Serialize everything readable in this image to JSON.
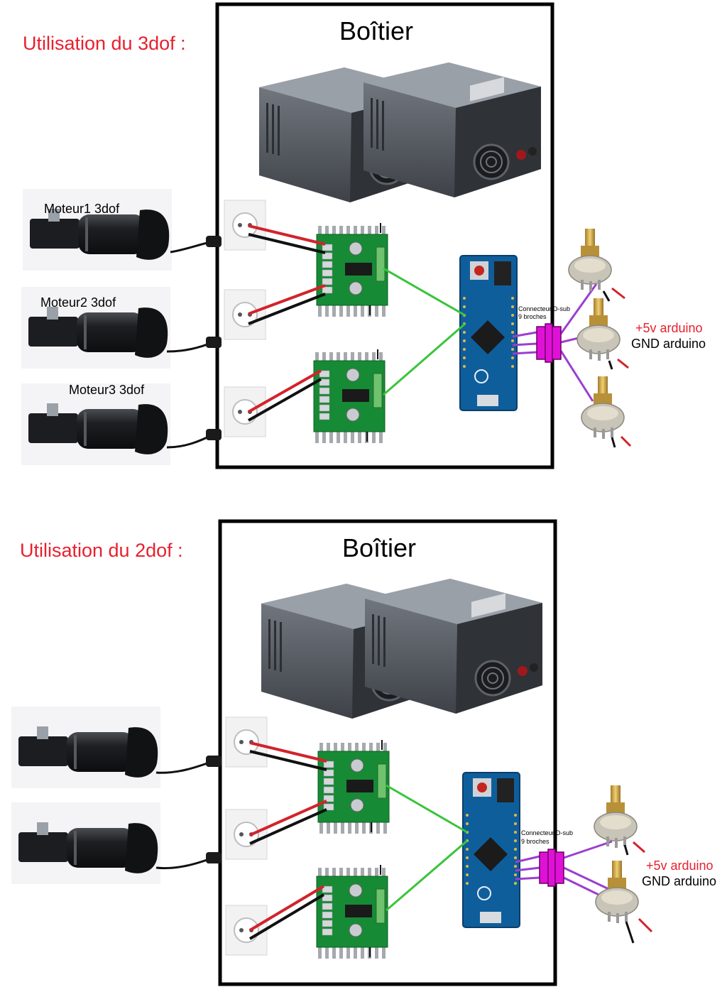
{
  "colors": {
    "title_red": "#e8202f",
    "wire_red": "#d2232a",
    "wire_black": "#111111",
    "wire_green": "#3ac43a",
    "wire_purple": "#9b3fcf",
    "connector_magenta": "#e011d6",
    "box_border": "#000000"
  },
  "icons": {
    "power_supply": "power-supply-icon",
    "outlet": "wall-outlet-icon",
    "plug": "power-plug-icon",
    "motor": "gear-motor-icon",
    "driver": "motor-driver-icon",
    "arduino": "arduino-micro-icon",
    "pot": "potentiometer-icon"
  },
  "diagram_3dof": {
    "section_title": "Utilisation du 3dof :",
    "box_title": "Boîtier",
    "motors": [
      {
        "label": "Moteur1  3dof"
      },
      {
        "label": "Moteur2  3dof"
      },
      {
        "label": "Moteur3 3dof"
      }
    ],
    "connector_label_1": "Connecteur D-sub",
    "connector_label_2": "9 broches",
    "supply_plus": "+5v arduino",
    "supply_gnd": "GND arduino"
  },
  "diagram_2dof": {
    "section_title": "Utilisation du 2dof :",
    "box_title": "Boîtier",
    "motors": [
      {
        "label": ""
      },
      {
        "label": ""
      }
    ],
    "connector_label_1": "Connecteur D-sub",
    "connector_label_2": "9 broches",
    "supply_plus": "+5v arduino",
    "supply_gnd": "GND arduino"
  }
}
